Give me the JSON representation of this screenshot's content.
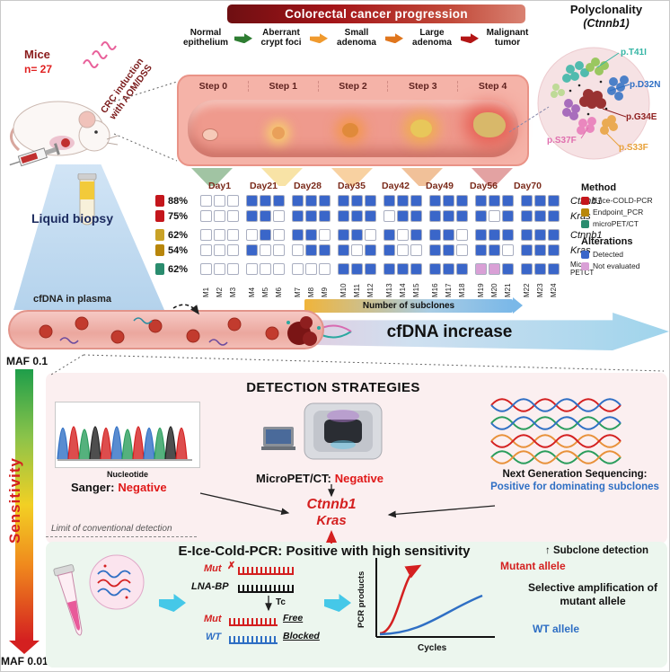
{
  "top": {
    "banner": "Colorectal cancer progression",
    "polyclonality_title": "Polyclonality",
    "polyclonality_gene": "(Ctnnb1)",
    "mice_label": "Mice",
    "mice_n": "n= 27",
    "crc_induction_line1": "CRC induction",
    "crc_induction_line2": "with AOM/DSS",
    "stages": [
      "Normal epithelium",
      "Aberrant crypt foci",
      "Small adenoma",
      "Large adenoma",
      "Malignant tumor"
    ],
    "stage_arrow_colors": [
      "#2e7d32",
      "#f09a2e",
      "#e0761d",
      "#b31515"
    ],
    "steps": [
      "Step 0",
      "Step 1",
      "Step 2",
      "Step 3",
      "Step 4"
    ],
    "mutations": [
      {
        "label": "p.T41I",
        "color": "#35b5a5"
      },
      {
        "label": "p.D32N",
        "color": "#2f6fc4"
      },
      {
        "label": "p.G34E",
        "color": "#8f1f1f"
      },
      {
        "label": "p.S37F",
        "color": "#e06fae"
      },
      {
        "label": "p.S33F",
        "color": "#e8a13a"
      }
    ]
  },
  "middle": {
    "liquid_biopsy": "Liquid biopsy",
    "cfdna_plasma": "cfDNA in plasma",
    "number_subclones": "Number of subclones",
    "cfdna_increase": "cfDNA increase"
  },
  "heatmap": {
    "days": [
      "Day1",
      "Day21",
      "Day28",
      "Day35",
      "Day42",
      "Day49",
      "Day56",
      "Day70"
    ],
    "mice": [
      "M1",
      "M2",
      "M3",
      "M4",
      "M5",
      "M6",
      "M7",
      "M8",
      "M9",
      "M10",
      "M11",
      "M12",
      "M13",
      "M14",
      "M15",
      "M16",
      "M17",
      "M18",
      "M19",
      "M20",
      "M21",
      "M22",
      "M23",
      "M24"
    ],
    "cell_colors": {
      "detected": "#3a66c9",
      "not_evaluated": "#d9a0d6",
      "none": "#ffffff"
    },
    "rows": [
      {
        "pct": "88%",
        "method_color": "#c4161c",
        "gene": "Ctnnb1",
        "italic": true,
        "cells": "000111111111111111111111"
      },
      {
        "pct": "75%",
        "method_color": "#c4161c",
        "gene": "Kras",
        "italic": true,
        "cells": "000110111111011111101111"
      },
      {
        "pct": "62%",
        "method_color": "#c9a227",
        "gene": "Ctnnb1",
        "italic": true,
        "cells": "000010110110101110111111"
      },
      {
        "pct": "54%",
        "method_color": "#b8860b",
        "gene": "Kras",
        "italic": true,
        "cells": "000100011101100110110111"
      },
      {
        "pct": "62%",
        "method_color": "#2a8c6e",
        "gene": "Micro PETCT",
        "italic": false,
        "cells": "000000000111111111PP1111"
      }
    ],
    "legend": {
      "method_title": "Method",
      "methods": [
        {
          "label": "E-ice-COLD-PCR",
          "color": "#c4161c"
        },
        {
          "label": "Endpoint_PCR",
          "color": "#b8860b"
        },
        {
          "label": "microPET/CT",
          "color": "#2a8c6e"
        }
      ],
      "alterations_title": "Alterations",
      "alterations": [
        {
          "label": "Detected",
          "color": "#3a66c9"
        },
        {
          "label": "Not evaluated",
          "color": "#d9a0d6"
        }
      ]
    }
  },
  "bottom": {
    "maf_top": "MAF 0.1",
    "maf_bottom": "MAF 0.01",
    "sensitivity": "Sensitivity",
    "detection_title": "DETECTION STRATEGIES",
    "limit_label": "Limit of conventional detection",
    "sanger": {
      "axis_label": "Nucleotide",
      "name": "Sanger:",
      "result": "Negative"
    },
    "micropet": {
      "name": "MicroPET/CT:",
      "result": "Negative"
    },
    "ngs": {
      "name": "Next Generation Sequencing:",
      "result": "Positive for dominating subclones"
    },
    "genes": [
      "Ctnnb1",
      "Kras"
    ],
    "eice": {
      "title": "E-Ice-Cold-PCR: Positive with high sensitivity",
      "subclone": "↑ Subclone detection",
      "mut": "Mut",
      "cross": "✗",
      "lna": "LNA-BP",
      "tc": "Tc",
      "free": "Free",
      "wt": "WT",
      "blocked": "Blocked",
      "selective": "Selective amplification of mutant allele",
      "graph": {
        "ylabel": "PCR products",
        "xlabel": "Cycles",
        "series": [
          {
            "name": "Mutant allele",
            "color": "#d42020"
          },
          {
            "name": "WT allele",
            "color": "#2f6fc4"
          }
        ]
      }
    }
  }
}
